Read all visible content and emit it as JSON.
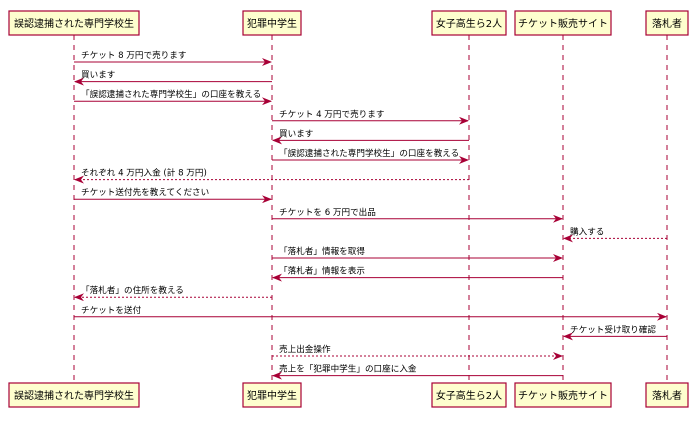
{
  "participants": [
    {
      "id": "p1",
      "label": "誤認逮捕された専門学校生"
    },
    {
      "id": "p2",
      "label": "犯罪中学生"
    },
    {
      "id": "p3",
      "label": "女子高生ら2人"
    },
    {
      "id": "p4",
      "label": "チケット販売サイト"
    },
    {
      "id": "p5",
      "label": "落札者"
    }
  ],
  "messages": [
    {
      "from": "p1",
      "to": "p2",
      "text": "チケット 8 万円で売ります",
      "dashed": false
    },
    {
      "from": "p2",
      "to": "p1",
      "text": "買います",
      "dashed": false
    },
    {
      "from": "p1",
      "to": "p2",
      "text": "「誤認逮捕された専門学校生」の口座を教える",
      "dashed": false
    },
    {
      "from": "p2",
      "to": "p3",
      "text": "チケット 4 万円で売ります",
      "dashed": false
    },
    {
      "from": "p3",
      "to": "p2",
      "text": "買います",
      "dashed": false
    },
    {
      "from": "p2",
      "to": "p3",
      "text": "「誤認逮捕された専門学校生」の口座を教える",
      "dashed": false
    },
    {
      "from": "p3",
      "to": "p1",
      "text": "それぞれ 4 万円入金 (計 8 万円)",
      "dashed": true
    },
    {
      "from": "p1",
      "to": "p2",
      "text": "チケット送付先を教えてください",
      "dashed": false
    },
    {
      "from": "p2",
      "to": "p4",
      "text": "チケットを 6 万円で出品",
      "dashed": false
    },
    {
      "from": "p5",
      "to": "p4",
      "text": "購入する",
      "dashed": true
    },
    {
      "from": "p2",
      "to": "p4",
      "text": "「落札者」情報を取得",
      "dashed": false
    },
    {
      "from": "p4",
      "to": "p2",
      "text": "「落札者」情報を表示",
      "dashed": false
    },
    {
      "from": "p2",
      "to": "p1",
      "text": "「落札者」の住所を教える",
      "dashed": true
    },
    {
      "from": "p1",
      "to": "p5",
      "text": "チケットを送付",
      "dashed": false
    },
    {
      "from": "p5",
      "to": "p4",
      "text": "チケット受け取り確認",
      "dashed": false
    },
    {
      "from": "p2",
      "to": "p4",
      "text": "売上出金操作",
      "dashed": true
    },
    {
      "from": "p4",
      "to": "p2",
      "text": "売上を「犯罪中学生」の口座に入金",
      "dashed": false
    }
  ],
  "colors": {
    "box_fill": "#FEFECE",
    "box_border": "#A80036",
    "arrow": "#A80036",
    "text": "#000000"
  }
}
